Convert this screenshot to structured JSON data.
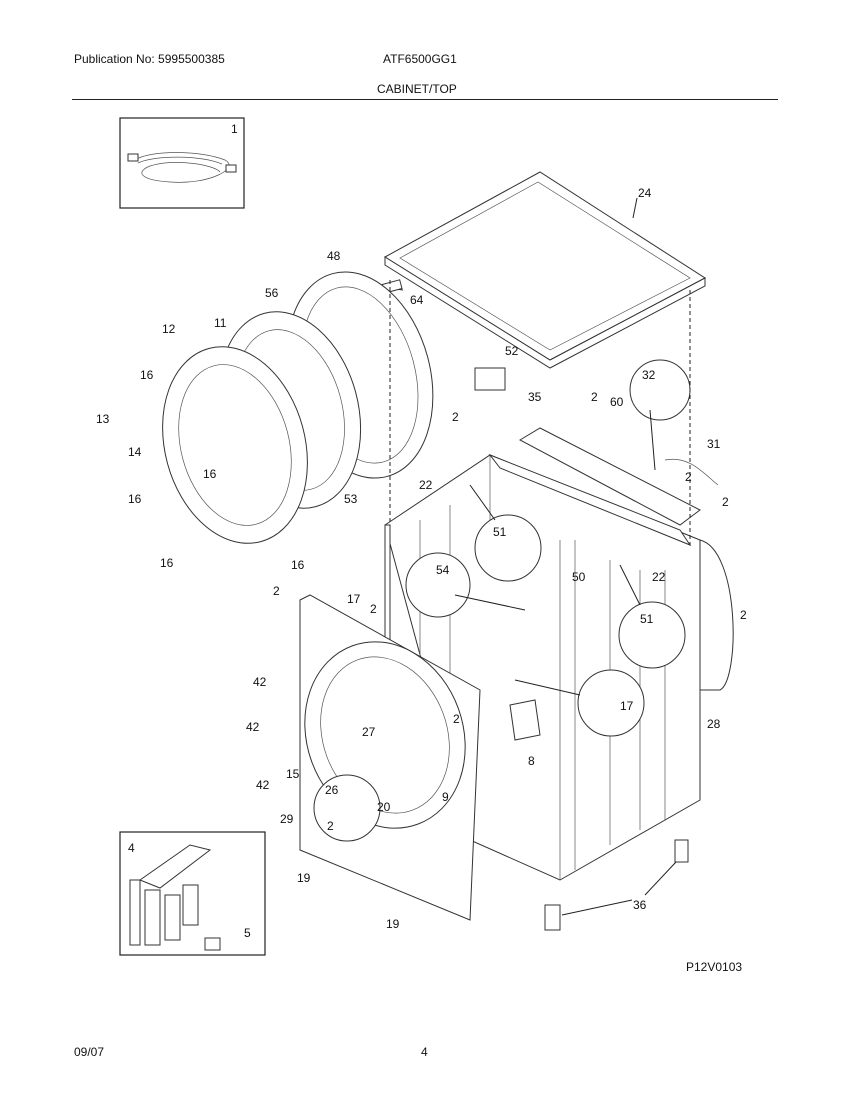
{
  "header": {
    "publication": "Publication No: 5995500385",
    "model": "ATF6500GG1",
    "section": "CABINET/TOP"
  },
  "footer": {
    "date": "09/07",
    "page": "4",
    "figure_code": "P12V0103"
  },
  "callouts": {
    "c1": "1",
    "c2": "2",
    "c4": "4",
    "c5": "5",
    "c8": "8",
    "c9": "9",
    "c11": "11",
    "c12": "12",
    "c13": "13",
    "c14": "14",
    "c15": "15",
    "c16": "16",
    "c17": "17",
    "c19": "19",
    "c20": "20",
    "c22": "22",
    "c24": "24",
    "c26": "26",
    "c27": "27",
    "c28": "28",
    "c29": "29",
    "c31": "31",
    "c32": "32",
    "c35": "35",
    "c36": "36",
    "c42": "42",
    "c48": "48",
    "c50": "50",
    "c51": "51",
    "c52": "52",
    "c53": "53",
    "c54": "54",
    "c56": "56",
    "c60": "60",
    "c64": "64"
  }
}
